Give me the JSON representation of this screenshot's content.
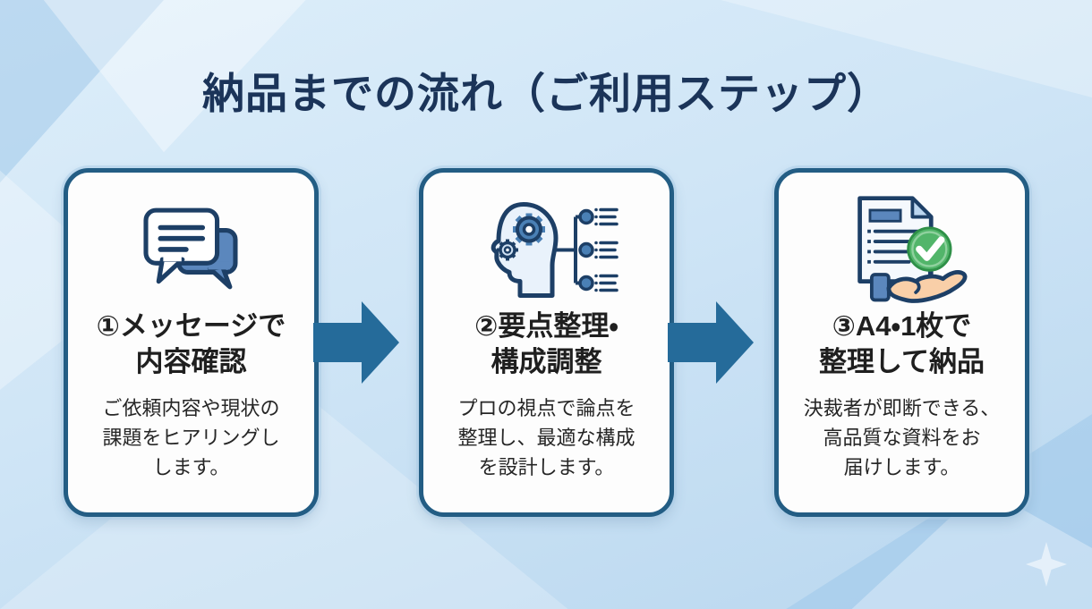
{
  "theme": {
    "background_top": "#ddeefa",
    "background_bottom": "#b9d7ef",
    "title_color": "#1b3459",
    "card_border": "#235d84",
    "card_background": "#fdfdfd",
    "arrow_color": "#256b9a",
    "heading_color": "#1f1f1f",
    "body_color": "#262626",
    "icon_blue": "#5b87bd",
    "icon_outline": "#1d3f66",
    "check_green": "#52b56a"
  },
  "title": "納品までの流れ（ご利用ステップ）",
  "steps": [
    {
      "icon": "chat-bubbles-icon",
      "heading_lines": [
        "①メッセージで",
        "内容確認"
      ],
      "body_lines": [
        "ご依頼内容や現状の",
        "課題をヒアリングし",
        "します。"
      ]
    },
    {
      "icon": "head-gears-icon",
      "heading_lines": [
        "②要点整理・",
        "構成調整"
      ],
      "body_lines": [
        "プロの視点で論点を",
        "整理し、最適な構成",
        "を設計します。"
      ]
    },
    {
      "icon": "document-check-hand-icon",
      "heading_lines": [
        "③A4・1枚で",
        "整理して納品"
      ],
      "body_lines": [
        "決裁者が即断できる、",
        "高品質な資料をお",
        "届けします。"
      ]
    }
  ]
}
